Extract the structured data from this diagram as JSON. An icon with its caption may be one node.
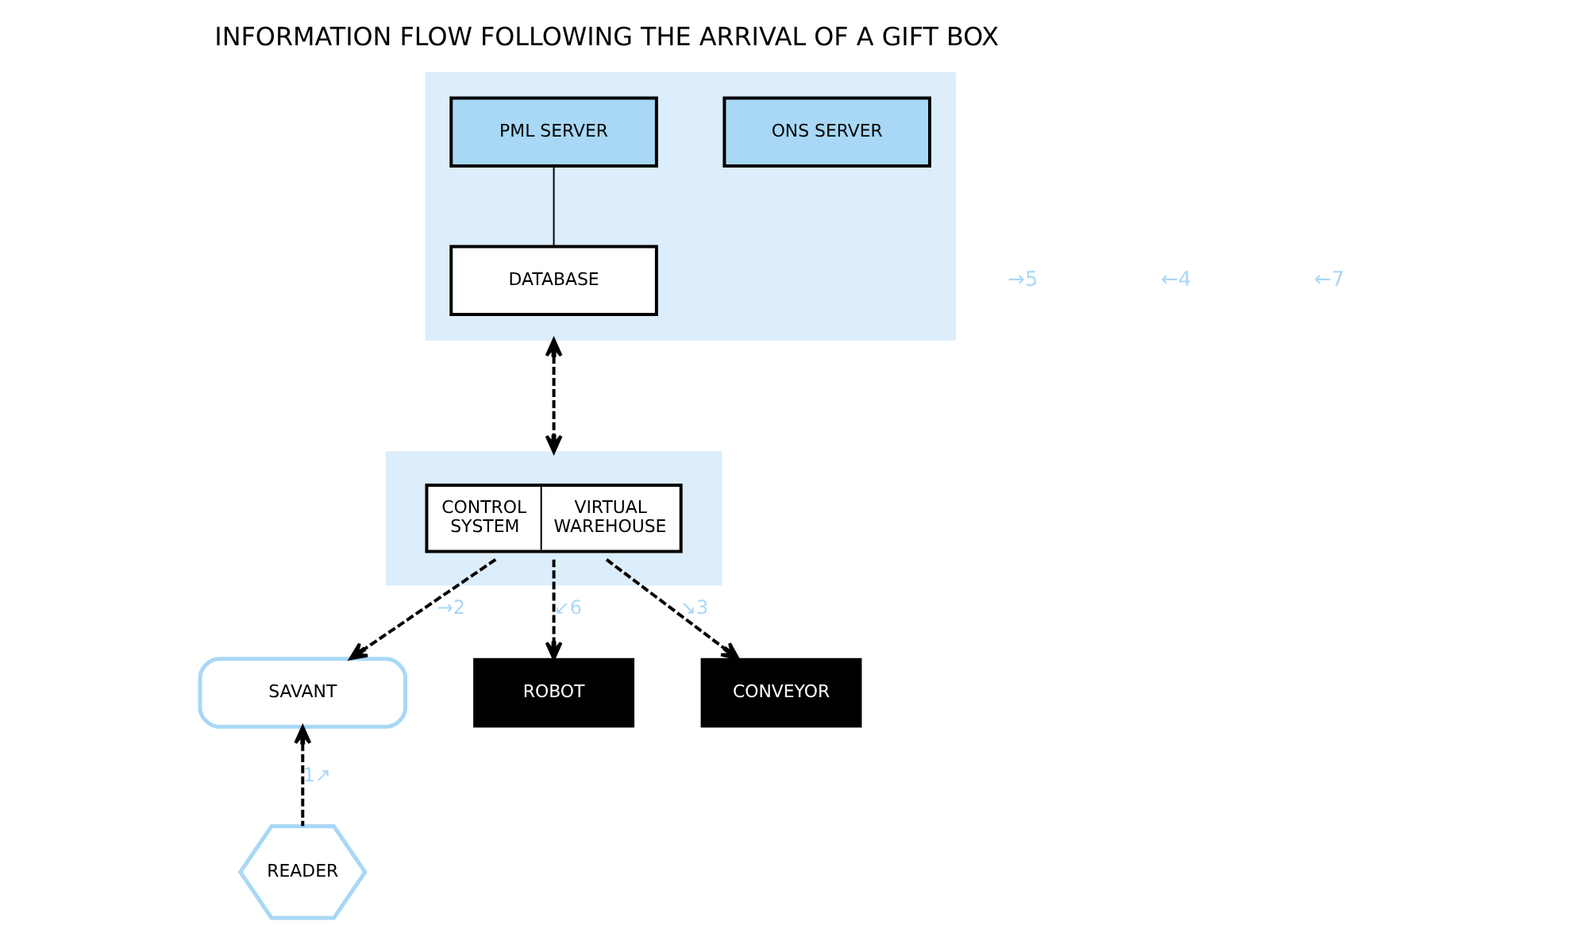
{
  "diagram": {
    "title": "INFORMATION FLOW FOLLOWING THE ARRIVAL OF A GIFT BOX",
    "nodes": [
      {
        "text": [],
        "shape": "box"
      },
      {
        "text": [
          "ONS SERVER"
        ],
        "in": 0
      },
      {
        "text": [
          "PML SERVER"
        ],
        "in": 0
      },
      {
        "text": [
          "DATABASE"
        ],
        "in": 0
      },
      {
        "text": [],
        "shape": "box"
      },
      {
        "text": [
          "CONTROL SYSTEM",
          "VIRTUAL WAREHOUSE"
        ],
        "in": 4
      },
      {
        "text": [
          "SAVANT"
        ]
      },
      {
        "text": [
          "READER"
        ]
      },
      {
        "text": [
          "ROBOT"
        ]
      },
      {
        "text": [
          "CONVEYOR"
        ]
      }
    ],
    "edges": [
      {
        "from": 2,
        "to": 3,
        "arrow": "none"
      },
      {
        "from": 0,
        "to": 4,
        "arrow": "both",
        "style": "dashed"
      },
      {
        "from": 5,
        "to": 6,
        "arrow": "to",
        "style": "dashed",
        "label": "→2"
      },
      {
        "from": 5,
        "to": 9,
        "arrow": "to",
        "style": "dashed",
        "label": "↘3"
      },
      {
        "from": 5,
        "to": 8,
        "arrow": "to",
        "style": "dashed",
        "label": "↙6"
      },
      {
        "from": 7,
        "to": 6,
        "arrow": "to",
        "style": "dashed",
        "label": "1↗"
      }
    ],
    "labels": [
      "→5",
      "←4",
      "←7"
    ]
  }
}
